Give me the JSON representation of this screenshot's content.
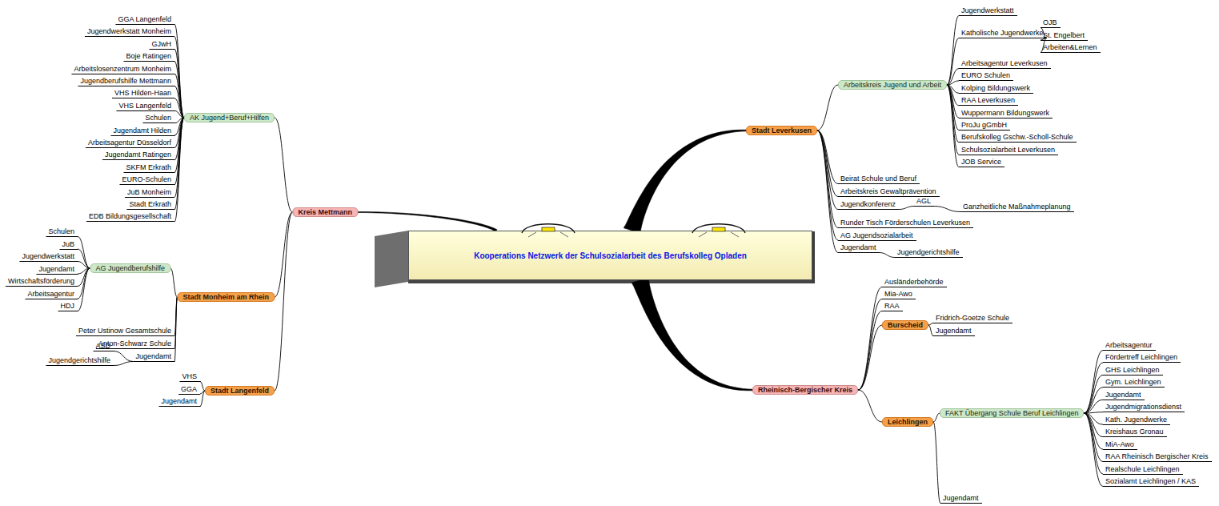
{
  "diagram": {
    "nodes": [
      {
        "text": [
          "Kooperations Netzwerk der Schulsozialarbeit des Berufskolleg Opladen"
        ]
      },
      {
        "text": [
          "Kreis Mettmann"
        ]
      },
      {
        "text": [
          "AK Jugend+Beruf+Hilfen"
        ]
      },
      {
        "text": [
          "GGA Langenfeld"
        ]
      },
      {
        "text": [
          "Jugendwerkstatt Monheim"
        ]
      },
      {
        "text": [
          "GJwH"
        ]
      },
      {
        "text": [
          "Boje Ratingen"
        ]
      },
      {
        "text": [
          "Arbeitslosenzentrum Monheim"
        ]
      },
      {
        "text": [
          "Jugendberufshilfe Mettmann"
        ]
      },
      {
        "text": [
          "VHS Hilden-Haan"
        ]
      },
      {
        "text": [
          "VHS Langenfeld"
        ]
      },
      {
        "text": [
          "Schulen"
        ]
      },
      {
        "text": [
          "Jugendamt Hilden"
        ]
      },
      {
        "text": [
          "Arbeitsagentur Düsseldorf"
        ]
      },
      {
        "text": [
          "Jugendamt Ratingen"
        ]
      },
      {
        "text": [
          "SKFM Erkrath"
        ]
      },
      {
        "text": [
          "EURO-Schulen"
        ]
      },
      {
        "text": [
          "JuB Monheim"
        ]
      },
      {
        "text": [
          "Stadt Erkrath"
        ]
      },
      {
        "text": [
          "EDB Bildungsgesellschaft"
        ]
      },
      {
        "text": [
          "Stadt Monheim am Rhein"
        ]
      },
      {
        "text": [
          "AG Jugendberufshilfe"
        ]
      },
      {
        "text": [
          "Schulen"
        ]
      },
      {
        "text": [
          "JuB"
        ]
      },
      {
        "text": [
          "Jugendwerkstatt"
        ]
      },
      {
        "text": [
          "Jugendamt"
        ]
      },
      {
        "text": [
          "Wirtschaftsförderung"
        ]
      },
      {
        "text": [
          "Arbeitsagentur"
        ]
      },
      {
        "text": [
          "HDJ"
        ]
      },
      {
        "text": [
          "Peter Ustinow Gesamtschule"
        ]
      },
      {
        "text": [
          "Anton-Schwarz Schule"
        ]
      },
      {
        "text": [
          "Jugendamt"
        ]
      },
      {
        "text": [
          "ASD"
        ]
      },
      {
        "text": [
          "Jugendgerichtshilfe"
        ]
      },
      {
        "text": [
          "Stadt Langenfeld"
        ]
      },
      {
        "text": [
          "VHS"
        ]
      },
      {
        "text": [
          "GGA"
        ]
      },
      {
        "text": [
          "Jugendamt"
        ]
      },
      {
        "text": [
          "Stadt Leverkusen"
        ]
      },
      {
        "text": [
          "Arbeitskreis Jugend und Arbeit"
        ]
      },
      {
        "text": [
          "Jugendwerkstatt"
        ]
      },
      {
        "text": [
          "Katholische Jugendwerke"
        ]
      },
      {
        "text": [
          "OJB"
        ]
      },
      {
        "text": [
          "St. Engelbert"
        ]
      },
      {
        "text": [
          "Arbeiten&Lernen"
        ]
      },
      {
        "text": [
          "Arbeitsagentur Leverkusen"
        ]
      },
      {
        "text": [
          "EURO Schulen"
        ]
      },
      {
        "text": [
          "Kolping Bildungswerk"
        ]
      },
      {
        "text": [
          "RAA Leverkusen"
        ]
      },
      {
        "text": [
          "Wuppermann Bildungswerk"
        ]
      },
      {
        "text": [
          "ProJu gGmbH"
        ]
      },
      {
        "text": [
          "Berufskolleg Gschw.-Scholl-Schule"
        ]
      },
      {
        "text": [
          "Schulsozialarbeit Leverkusen"
        ]
      },
      {
        "text": [
          "JOB Service"
        ]
      },
      {
        "text": [
          "Beirat Schule und Beruf"
        ]
      },
      {
        "text": [
          "Arbeitskreis Gewaltprävention"
        ]
      },
      {
        "text": [
          "Jugendkonferenz"
        ]
      },
      {
        "text": [
          "AGL"
        ]
      },
      {
        "text": [
          "Ganzheitliche Maßnahmeplanung"
        ]
      },
      {
        "text": [
          "Runder Tisch Förderschulen Leverkusen"
        ]
      },
      {
        "text": [
          "AG Jugendsozialarbeit"
        ]
      },
      {
        "text": [
          "Jugendamt"
        ]
      },
      {
        "text": [
          "Jugendgerichtshilfe"
        ]
      },
      {
        "text": [
          "Rheinisch-Bergischer Kreis"
        ]
      },
      {
        "text": [
          "Ausländerbehörde"
        ]
      },
      {
        "text": [
          "Mia-Awo"
        ]
      },
      {
        "text": [
          "RAA"
        ]
      },
      {
        "text": [
          "Burscheid"
        ]
      },
      {
        "text": [
          "Fridrich-Goetze Schule"
        ]
      },
      {
        "text": [
          "Jugendamt"
        ]
      },
      {
        "text": [
          "Leichlingen"
        ]
      },
      {
        "text": [
          "FAKT Übergang Schule Beruf Leichlingen"
        ]
      },
      {
        "text": [
          "Arbeitsagentur"
        ]
      },
      {
        "text": [
          "Fördertreff Leichlingen"
        ]
      },
      {
        "text": [
          "GHS Leichlingen"
        ]
      },
      {
        "text": [
          "Gym. Leichlingen"
        ]
      },
      {
        "text": [
          "Jugendamt"
        ]
      },
      {
        "text": [
          "Jugendmigrationsdienst"
        ]
      },
      {
        "text": [
          "Kath. Jugendwerke"
        ]
      },
      {
        "text": [
          "Kreishaus Gronau"
        ]
      },
      {
        "text": [
          "MiA-Awo"
        ]
      },
      {
        "text": [
          "RAA Rheinisch Bergischer Kreis"
        ]
      },
      {
        "text": [
          "Realschule Leichlingen"
        ]
      },
      {
        "text": [
          "Sozialamt Leichlingen / KAS"
        ]
      },
      {
        "text": [
          "Jugendamt"
        ]
      }
    ],
    "edges": [
      {
        "from": 0,
        "to": 1,
        "arrow": "none"
      },
      {
        "from": 0,
        "to": 38,
        "arrow": "none"
      },
      {
        "from": 0,
        "to": 63,
        "arrow": "none"
      },
      {
        "from": 1,
        "to": 2,
        "arrow": "none"
      },
      {
        "from": 1,
        "to": 20,
        "arrow": "none"
      },
      {
        "from": 1,
        "to": 34,
        "arrow": "none"
      },
      {
        "from": 2,
        "to": 3,
        "arrow": "none"
      },
      {
        "from": 2,
        "to": 4,
        "arrow": "none"
      },
      {
        "from": 2,
        "to": 5,
        "arrow": "none"
      },
      {
        "from": 2,
        "to": 6,
        "arrow": "none"
      },
      {
        "from": 2,
        "to": 7,
        "arrow": "none"
      },
      {
        "from": 2,
        "to": 8,
        "arrow": "none"
      },
      {
        "from": 2,
        "to": 9,
        "arrow": "none"
      },
      {
        "from": 2,
        "to": 10,
        "arrow": "none"
      },
      {
        "from": 2,
        "to": 11,
        "arrow": "none"
      },
      {
        "from": 2,
        "to": 12,
        "arrow": "none"
      },
      {
        "from": 2,
        "to": 13,
        "arrow": "none"
      },
      {
        "from": 2,
        "to": 14,
        "arrow": "none"
      },
      {
        "from": 2,
        "to": 15,
        "arrow": "none"
      },
      {
        "from": 2,
        "to": 16,
        "arrow": "none"
      },
      {
        "from": 2,
        "to": 17,
        "arrow": "none"
      },
      {
        "from": 2,
        "to": 18,
        "arrow": "none"
      },
      {
        "from": 2,
        "to": 19,
        "arrow": "none"
      },
      {
        "from": 20,
        "to": 21,
        "arrow": "none"
      },
      {
        "from": 20,
        "to": 29,
        "arrow": "none"
      },
      {
        "from": 20,
        "to": 30,
        "arrow": "none"
      },
      {
        "from": 20,
        "to": 31,
        "arrow": "none"
      },
      {
        "from": 21,
        "to": 22,
        "arrow": "none"
      },
      {
        "from": 21,
        "to": 23,
        "arrow": "none"
      },
      {
        "from": 21,
        "to": 24,
        "arrow": "none"
      },
      {
        "from": 21,
        "to": 25,
        "arrow": "none"
      },
      {
        "from": 21,
        "to": 26,
        "arrow": "none"
      },
      {
        "from": 21,
        "to": 27,
        "arrow": "none"
      },
      {
        "from": 21,
        "to": 28,
        "arrow": "none"
      },
      {
        "from": 31,
        "to": 32,
        "arrow": "none"
      },
      {
        "from": 31,
        "to": 33,
        "arrow": "none"
      },
      {
        "from": 34,
        "to": 35,
        "arrow": "none"
      },
      {
        "from": 34,
        "to": 36,
        "arrow": "none"
      },
      {
        "from": 34,
        "to": 37,
        "arrow": "none"
      },
      {
        "from": 38,
        "to": 39,
        "arrow": "none"
      },
      {
        "from": 38,
        "to": 54,
        "arrow": "none"
      },
      {
        "from": 38,
        "to": 55,
        "arrow": "none"
      },
      {
        "from": 38,
        "to": 56,
        "arrow": "none"
      },
      {
        "from": 38,
        "to": 59,
        "arrow": "none"
      },
      {
        "from": 38,
        "to": 60,
        "arrow": "none"
      },
      {
        "from": 38,
        "to": 61,
        "arrow": "none"
      },
      {
        "from": 39,
        "to": 40,
        "arrow": "none"
      },
      {
        "from": 39,
        "to": 41,
        "arrow": "none"
      },
      {
        "from": 39,
        "to": 45,
        "arrow": "none"
      },
      {
        "from": 39,
        "to": 46,
        "arrow": "none"
      },
      {
        "from": 39,
        "to": 47,
        "arrow": "none"
      },
      {
        "from": 39,
        "to": 48,
        "arrow": "none"
      },
      {
        "from": 39,
        "to": 49,
        "arrow": "none"
      },
      {
        "from": 39,
        "to": 50,
        "arrow": "none"
      },
      {
        "from": 39,
        "to": 51,
        "arrow": "none"
      },
      {
        "from": 39,
        "to": 52,
        "arrow": "none"
      },
      {
        "from": 39,
        "to": 53,
        "arrow": "none"
      },
      {
        "from": 41,
        "to": 42,
        "arrow": "none"
      },
      {
        "from": 41,
        "to": 43,
        "arrow": "none"
      },
      {
        "from": 41,
        "to": 44,
        "arrow": "none"
      },
      {
        "from": 56,
        "to": 57,
        "arrow": "none"
      },
      {
        "from": 57,
        "to": 58,
        "arrow": "none"
      },
      {
        "from": 61,
        "to": 62,
        "arrow": "none"
      },
      {
        "from": 63,
        "to": 64,
        "arrow": "none"
      },
      {
        "from": 63,
        "to": 65,
        "arrow": "none"
      },
      {
        "from": 63,
        "to": 66,
        "arrow": "none"
      },
      {
        "from": 63,
        "to": 67,
        "arrow": "none"
      },
      {
        "from": 63,
        "to": 70,
        "arrow": "none"
      },
      {
        "from": 67,
        "to": 68,
        "arrow": "none"
      },
      {
        "from": 67,
        "to": 69,
        "arrow": "none"
      },
      {
        "from": 70,
        "to": 71,
        "arrow": "none"
      },
      {
        "from": 70,
        "to": 84,
        "arrow": "none"
      },
      {
        "from": 71,
        "to": 72,
        "arrow": "none"
      },
      {
        "from": 71,
        "to": 73,
        "arrow": "none"
      },
      {
        "from": 71,
        "to": 74,
        "arrow": "none"
      },
      {
        "from": 71,
        "to": 75,
        "arrow": "none"
      },
      {
        "from": 71,
        "to": 76,
        "arrow": "none"
      },
      {
        "from": 71,
        "to": 77,
        "arrow": "none"
      },
      {
        "from": 71,
        "to": 78,
        "arrow": "none"
      },
      {
        "from": 71,
        "to": 79,
        "arrow": "none"
      },
      {
        "from": 71,
        "to": 80,
        "arrow": "none"
      },
      {
        "from": 71,
        "to": 81,
        "arrow": "none"
      },
      {
        "from": 71,
        "to": 82,
        "arrow": "none"
      },
      {
        "from": 71,
        "to": 83,
        "arrow": "none"
      }
    ]
  }
}
